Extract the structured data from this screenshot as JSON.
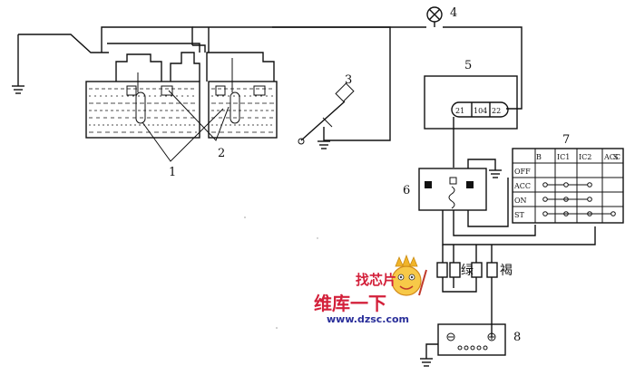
{
  "diagram": {
    "callouts": {
      "c1": "1",
      "c2": "2",
      "c3": "3",
      "c4": "4",
      "c5": "5",
      "c6": "6",
      "c7": "7",
      "c8": "8"
    },
    "relay_pins": {
      "left": "21",
      "mid": "104",
      "right": "22"
    },
    "switch_table": {
      "columns": [
        "B",
        "IC1",
        "IC2",
        "ACC",
        "S"
      ],
      "rows": [
        "OFF",
        "ACC",
        "ON",
        "ST"
      ]
    },
    "wire_colors": {
      "green": "绿",
      "brown": "褐"
    }
  },
  "watermark": {
    "top_text": "找芯片",
    "brand_text": "维库一下",
    "url": "www.dzsc.com"
  }
}
